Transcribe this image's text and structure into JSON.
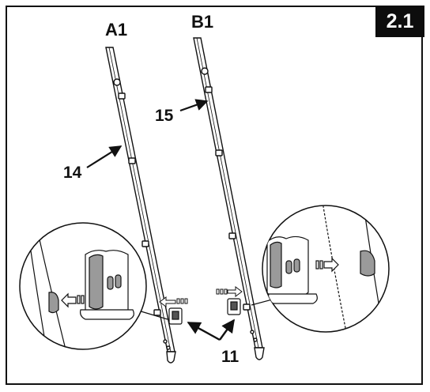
{
  "step": {
    "number": "2.1"
  },
  "rails": {
    "left_label": "A1",
    "right_label": "B1"
  },
  "callouts": {
    "left_rail_part": "14",
    "right_rail_part": "15",
    "clip_part": "11"
  },
  "colors": {
    "ink": "#111111",
    "badge_bg": "#0d0d0d",
    "badge_text": "#ffffff",
    "detail_fill": "#9a9a9a",
    "paper": "#ffffff"
  },
  "icons": [
    "arrow-right-icon",
    "arrow-left-icon",
    "leader-arrow-icon"
  ]
}
